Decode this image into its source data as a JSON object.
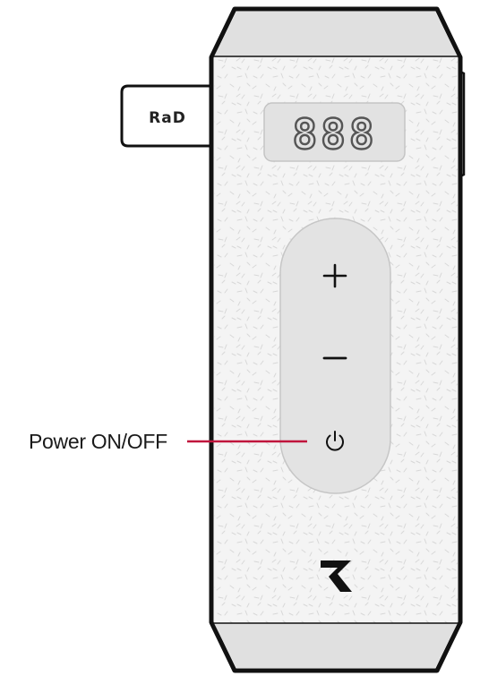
{
  "callout": {
    "power_label": "Power ON/OFF",
    "line_color": "#c0143c"
  },
  "display": {
    "readout": "888"
  },
  "side_tab": {
    "logo_text": "RaD"
  },
  "buttons": {
    "plus_symbol": "+",
    "minus_symbol": "−",
    "power_icon": "power-icon"
  },
  "brand": {
    "icon": "r-logo-icon"
  }
}
